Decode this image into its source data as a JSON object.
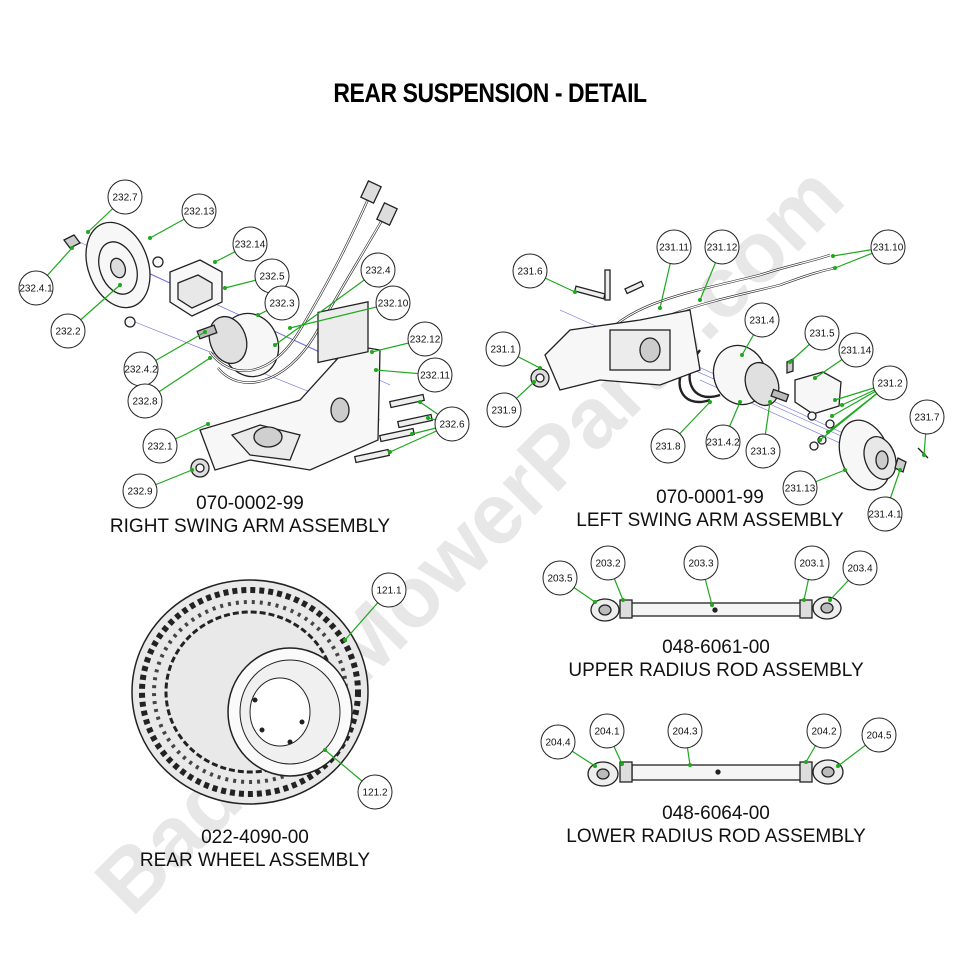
{
  "title": "REAR SUSPENSION - DETAIL",
  "watermark": "BadBoyMowerParts.com",
  "assemblies": [
    {
      "id": "right-swing-arm",
      "part_number": "070-0002-99",
      "name": "RIGHT SWING ARM ASSEMBLY"
    },
    {
      "id": "left-swing-arm",
      "part_number": "070-0001-99",
      "name": "LEFT SWING ARM ASSEMBLY"
    },
    {
      "id": "rear-wheel",
      "part_number": "022-4090-00",
      "name": "REAR WHEEL ASSEMBLY"
    },
    {
      "id": "upper-radius-rod",
      "part_number": "048-6061-00",
      "name": "UPPER RADIUS ROD ASSEMBLY"
    },
    {
      "id": "lower-radius-rod",
      "part_number": "048-6064-00",
      "name": "LOWER RADIUS ROD ASSEMBLY"
    }
  ],
  "callouts": [
    "232.7",
    "232.13",
    "232.14",
    "232.5",
    "232.4",
    "232.4.1",
    "232.3",
    "232.10",
    "232.2",
    "232.12",
    "232.4.2",
    "232.11",
    "232.8",
    "232.6",
    "232.1",
    "232.9",
    "231.6",
    "231.11",
    "231.12",
    "231.10",
    "231.1",
    "231.4",
    "231.5",
    "231.14",
    "231.2",
    "231.9",
    "231.7",
    "231.8",
    "231.4.2",
    "231.3",
    "231.13",
    "231.4.1",
    "203.5",
    "203.2",
    "203.3",
    "203.1",
    "203.4",
    "121.1",
    "121.2",
    "204.4",
    "204.1",
    "204.3",
    "204.2",
    "204.5"
  ],
  "colors": {
    "leader": "#1ea81e",
    "line": "#222222",
    "watermark": "#e6e6e6"
  }
}
